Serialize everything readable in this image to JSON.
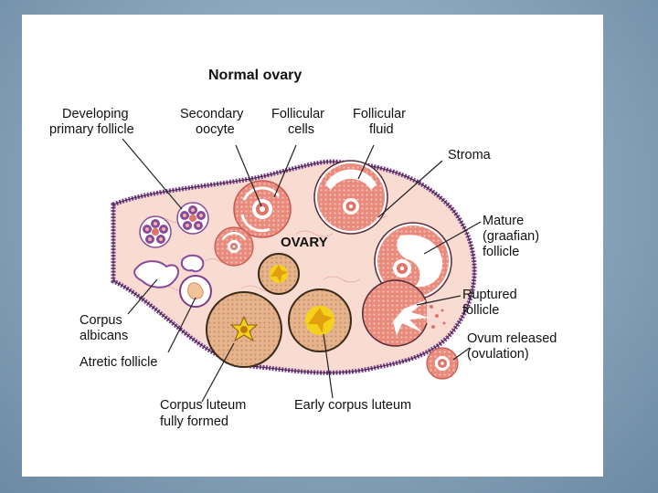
{
  "diagram": {
    "title": "Normal ovary",
    "center_label": "OVARY",
    "labels": {
      "developing_primary_follicle": [
        "Developing",
        "primary follicle"
      ],
      "secondary_oocyte": [
        "Secondary",
        "oocyte"
      ],
      "follicular_cells": [
        "Follicular",
        "cells"
      ],
      "follicular_fluid": [
        "Follicular",
        "fluid"
      ],
      "stroma": [
        "Stroma"
      ],
      "mature_follicle": [
        "Mature",
        "(graafian)",
        "follicle"
      ],
      "ruptured_follicle": [
        "Ruptured",
        "follicle"
      ],
      "ovum_released": [
        "Ovum released",
        "(ovulation)"
      ],
      "corpus_albicans": [
        "Corpus",
        "albicans"
      ],
      "atretic_follicle": [
        "Atretic follicle"
      ],
      "corpus_luteum_full": [
        "Corpus luteum",
        "fully formed"
      ],
      "early_corpus_luteum": [
        "Early corpus luteum"
      ]
    },
    "colors": {
      "stroma": "#f8dcd2",
      "capsule": "#7a3f8a",
      "follicle_ring": "#e07468",
      "follicle_light": "#f3b4a6",
      "fluid": "#ffffff",
      "luteum": "#e8b890",
      "luteum_core": "#f5d21a",
      "primary_follicle": "#8a4a9c"
    }
  },
  "slide": {
    "number": ""
  }
}
